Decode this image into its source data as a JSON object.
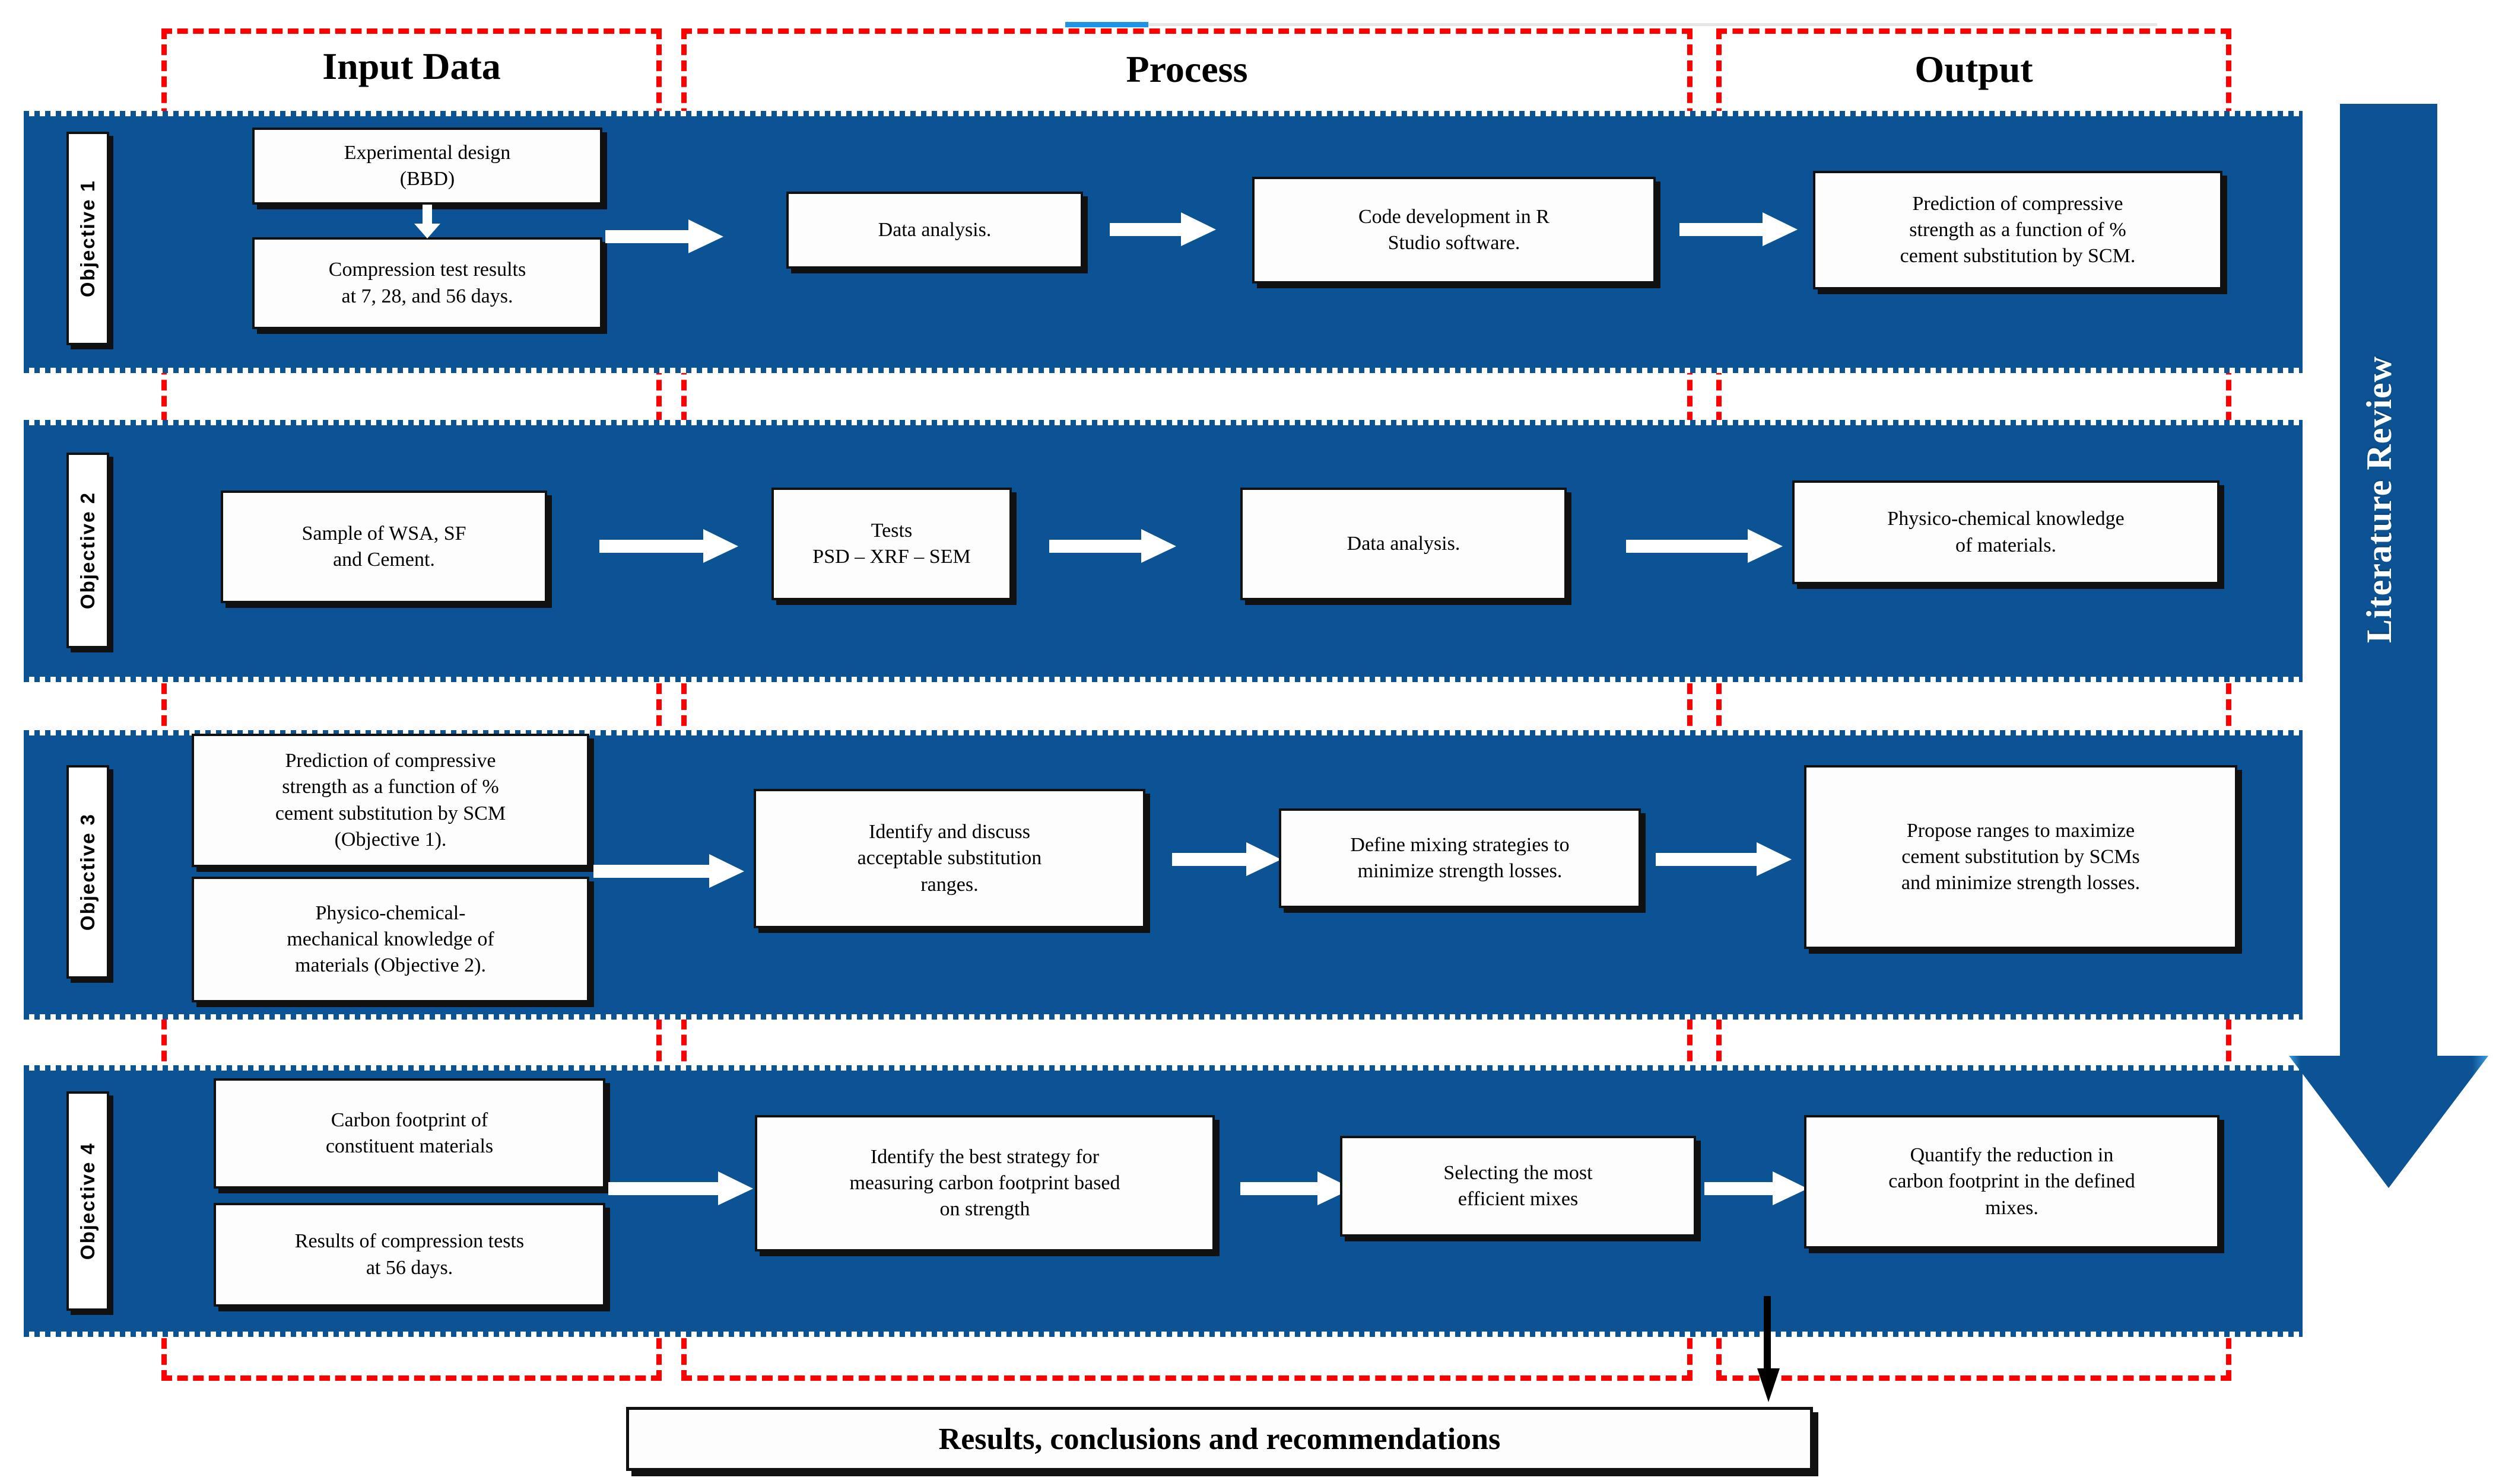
{
  "diagram": {
    "title_columns": [
      {
        "label": "Input Data"
      },
      {
        "label": "Process"
      },
      {
        "label": "Output"
      }
    ],
    "side_arrow": {
      "label": "Literature Review",
      "color": "#0b5394"
    },
    "accent_color": "#0b5394",
    "frame_color": "#fe0000",
    "rows": [
      {
        "objective_label": "Objective 1",
        "input": [
          "Experimental design\n(BBD)",
          "Compression test results\nat 7, 28, and 56 days."
        ],
        "process": [
          "Data analysis.",
          "Code development in R\nStudio software."
        ],
        "output": [
          "Prediction of compressive\nstrength as a function of %\ncement substitution by SCM."
        ]
      },
      {
        "objective_label": "Objective 2",
        "input": [
          "Sample of WSA, SF\nand Cement."
        ],
        "process": [
          "Tests\nPSD – XRF – SEM",
          "Data analysis."
        ],
        "output": [
          "Physico-chemical knowledge\nof materials."
        ]
      },
      {
        "objective_label": "Objective 3",
        "input": [
          "Prediction of compressive\nstrength as a function of %\ncement substitution by SCM\n(Objective 1).",
          "Physico-chemical-\nmechanical knowledge of\nmaterials (Objective 2)."
        ],
        "process": [
          "Identify and discuss\nacceptable substitution\nranges.",
          "Define mixing strategies to\nminimize strength losses."
        ],
        "output": [
          "Propose ranges to maximize\ncement substitution by SCMs\nand minimize strength losses."
        ]
      },
      {
        "objective_label": "Objective 4",
        "input": [
          "Carbon footprint of\nconstituent materials",
          "Results of compression tests\nat 56 days."
        ],
        "process": [
          "Identify the best strategy for\nmeasuring carbon footprint based\non strength",
          "Selecting the most\nefficient mixes"
        ],
        "output": [
          "Quantify the reduction in\ncarbon footprint in the defined\nmixes."
        ]
      }
    ],
    "footer": {
      "label": "Results, conclusions and recommendations"
    }
  }
}
